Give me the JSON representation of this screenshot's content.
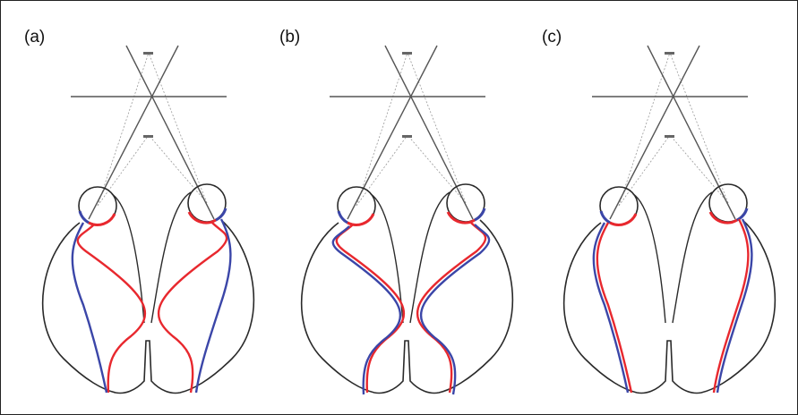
{
  "figure": {
    "panels": [
      {
        "label": "(a)",
        "crossing": {
          "red": "cross",
          "blue": "same-side"
        }
      },
      {
        "label": "(b)",
        "crossing": {
          "red": "cross",
          "blue": "cross"
        }
      },
      {
        "label": "(c)",
        "crossing": {
          "red": "same-side",
          "blue": "same-side"
        }
      }
    ]
  },
  "colors": {
    "outline": "#2a2a2a",
    "sight_line": "#555555",
    "dashed": "#999999",
    "red_pathway": "#e8282e",
    "blue_pathway": "#3b46a8"
  }
}
